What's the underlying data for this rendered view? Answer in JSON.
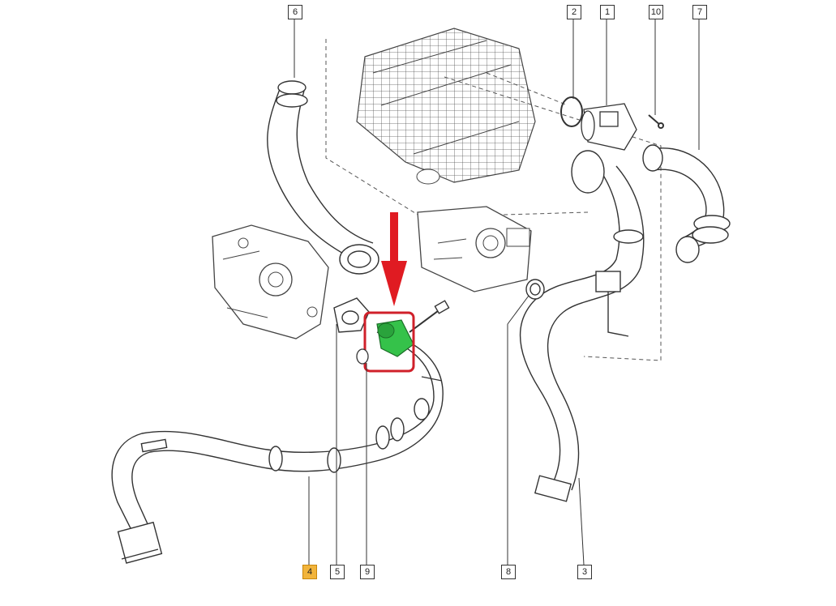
{
  "callouts": {
    "c1": "1",
    "c2": "2",
    "c3": "3",
    "c4": "4",
    "c5": "5",
    "c6": "6",
    "c7": "7",
    "c8": "8",
    "c9": "9",
    "c10": "10"
  },
  "highlighted_part": "4",
  "colors": {
    "line": "#333333",
    "highlight_arrow": "#e01b22",
    "highlight_box": "#d0202a",
    "highlight_part": "#35c24a",
    "highlight_label": "#f2b43b"
  },
  "icons": {
    "pointer": "down-arrow-icon"
  }
}
